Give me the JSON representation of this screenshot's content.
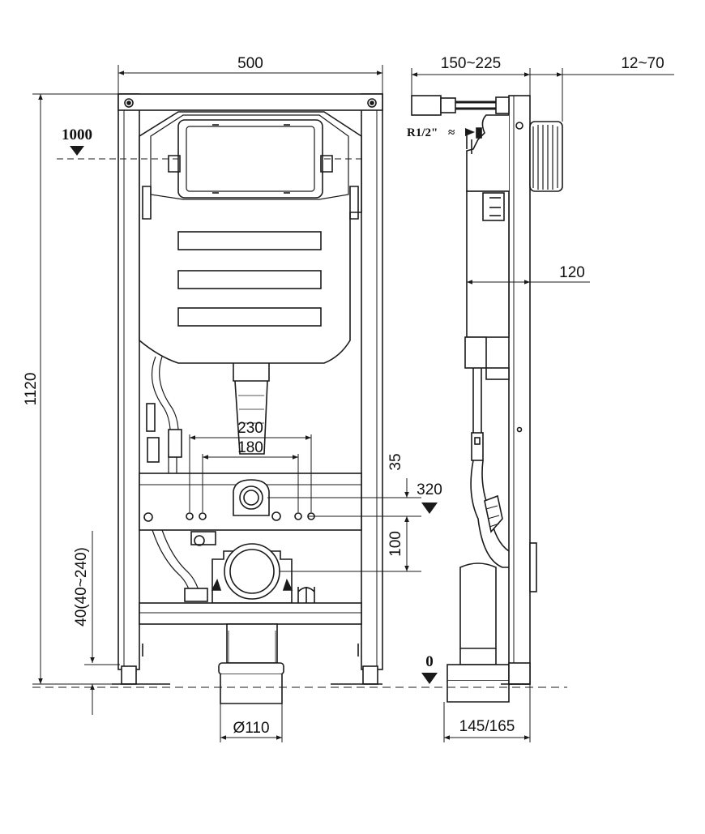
{
  "dimensions": {
    "width_total": "500",
    "height_total": "1120",
    "flush_height": "1000",
    "inlet_spacing_outer": "230",
    "inlet_spacing_inner": "180",
    "inlet_offset": "35",
    "inlet_height": "320",
    "outlet_offset": "100",
    "foot_adjust": "40(40~240)",
    "floor_level": "0",
    "outlet_diameter": "Ø110",
    "inlet_depth": "150~225",
    "wall_thickness": "12~70",
    "frame_depth": "120",
    "base_depth": "145/165",
    "thread_label": "R1/2\""
  },
  "colors": {
    "line": "#1a1a1a",
    "background": "#ffffff"
  }
}
